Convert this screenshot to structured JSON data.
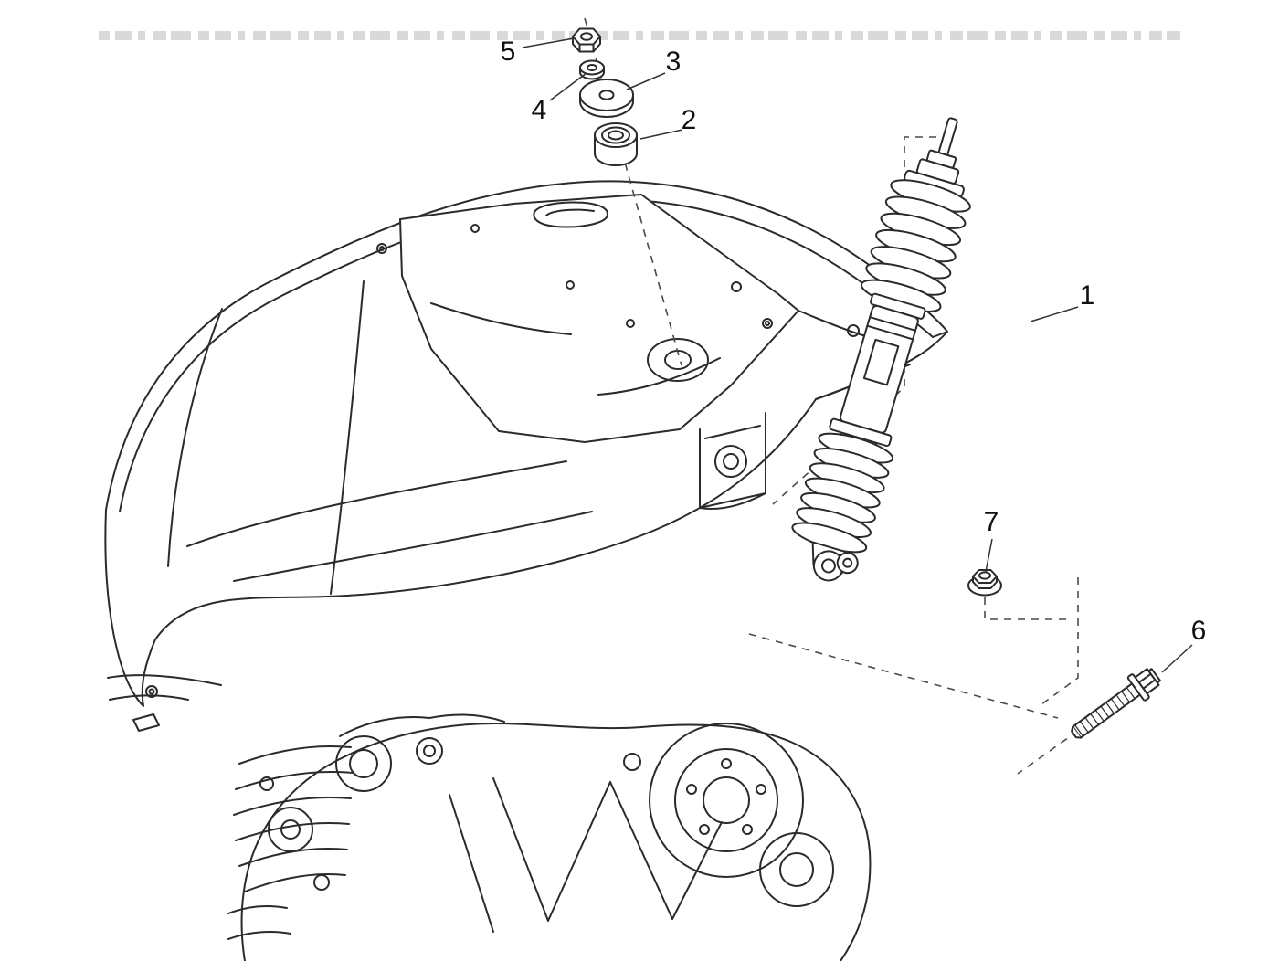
{
  "diagram": {
    "kind": "exploded-parts-diagram",
    "subject": "scooter-rear-shock-absorber-assembly",
    "colors": {
      "background": "#ffffff",
      "line_art": "#2b2b2b",
      "callout_text": "#111111"
    },
    "callouts": [
      {
        "label": "1",
        "part": "rear-shock-absorber"
      },
      {
        "label": "2",
        "part": "rubber-bushing"
      },
      {
        "label": "3",
        "part": "large-washer"
      },
      {
        "label": "4",
        "part": "small-washer"
      },
      {
        "label": "5",
        "part": "lock-nut"
      },
      {
        "label": "6",
        "part": "flange-bolt"
      },
      {
        "label": "7",
        "part": "flange-nut"
      }
    ]
  }
}
